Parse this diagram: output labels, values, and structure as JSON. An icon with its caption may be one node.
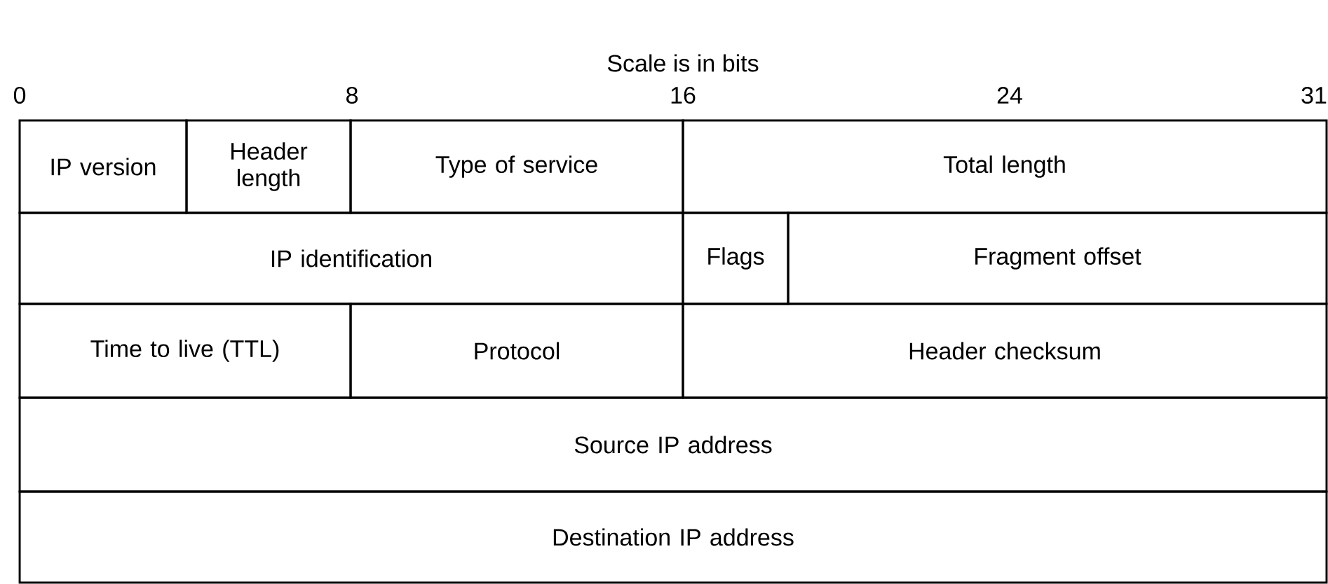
{
  "diagram": {
    "title": "Scale is in bits",
    "nodes": [
      {
        "text": [
          "IP version"
        ]
      },
      {
        "text": [
          "Header length"
        ]
      },
      {
        "text": [
          "Type of service"
        ]
      },
      {
        "text": [
          "Total length"
        ]
      },
      {
        "text": [
          "IP identification"
        ]
      },
      {
        "text": [
          "Flags"
        ]
      },
      {
        "text": [
          "Fragment offset"
        ]
      },
      {
        "text": [
          "Time to live (TTL)"
        ]
      },
      {
        "text": [
          "Protocol"
        ]
      },
      {
        "text": [
          "Header checksum"
        ]
      },
      {
        "text": [
          "Source IP address"
        ]
      },
      {
        "text": [
          "Destination IP address"
        ]
      }
    ],
    "labels": [
      "0",
      "8",
      "16",
      "24",
      "31"
    ]
  }
}
